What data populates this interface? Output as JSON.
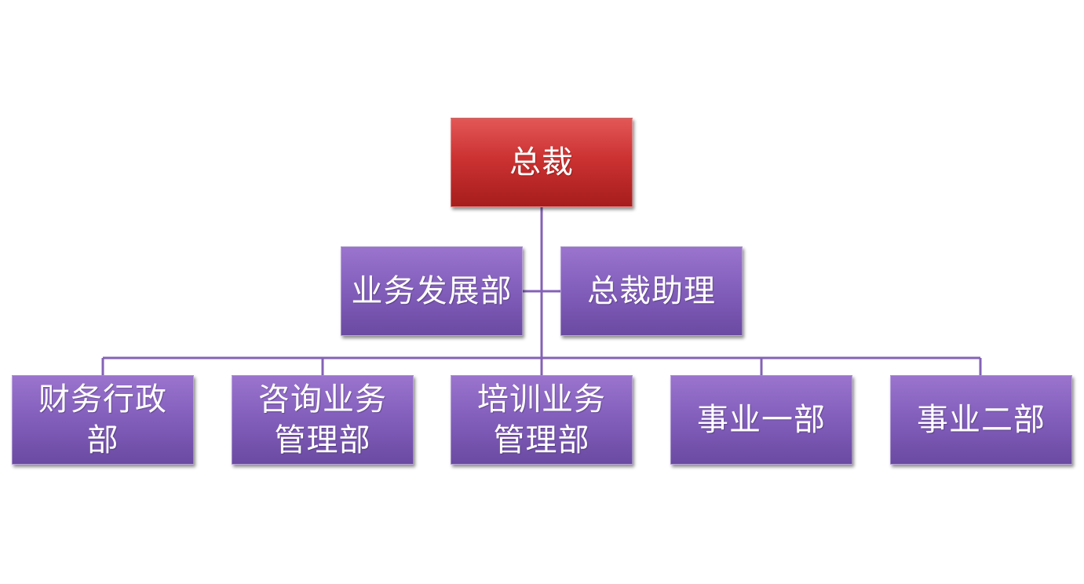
{
  "top": {
    "label": "总裁"
  },
  "staff": [
    {
      "label": "业务发展部"
    },
    {
      "label": "总裁助理"
    }
  ],
  "departments": [
    {
      "label": "财务行政\n部"
    },
    {
      "label": "咨询业务\n管理部"
    },
    {
      "label": "培训业务\n管理部"
    },
    {
      "label": "事业一部"
    },
    {
      "label": "事业二部"
    }
  ],
  "colors": {
    "top_box": "#cc3232",
    "node_box": "#8460bd",
    "connector": "#8462b6"
  }
}
